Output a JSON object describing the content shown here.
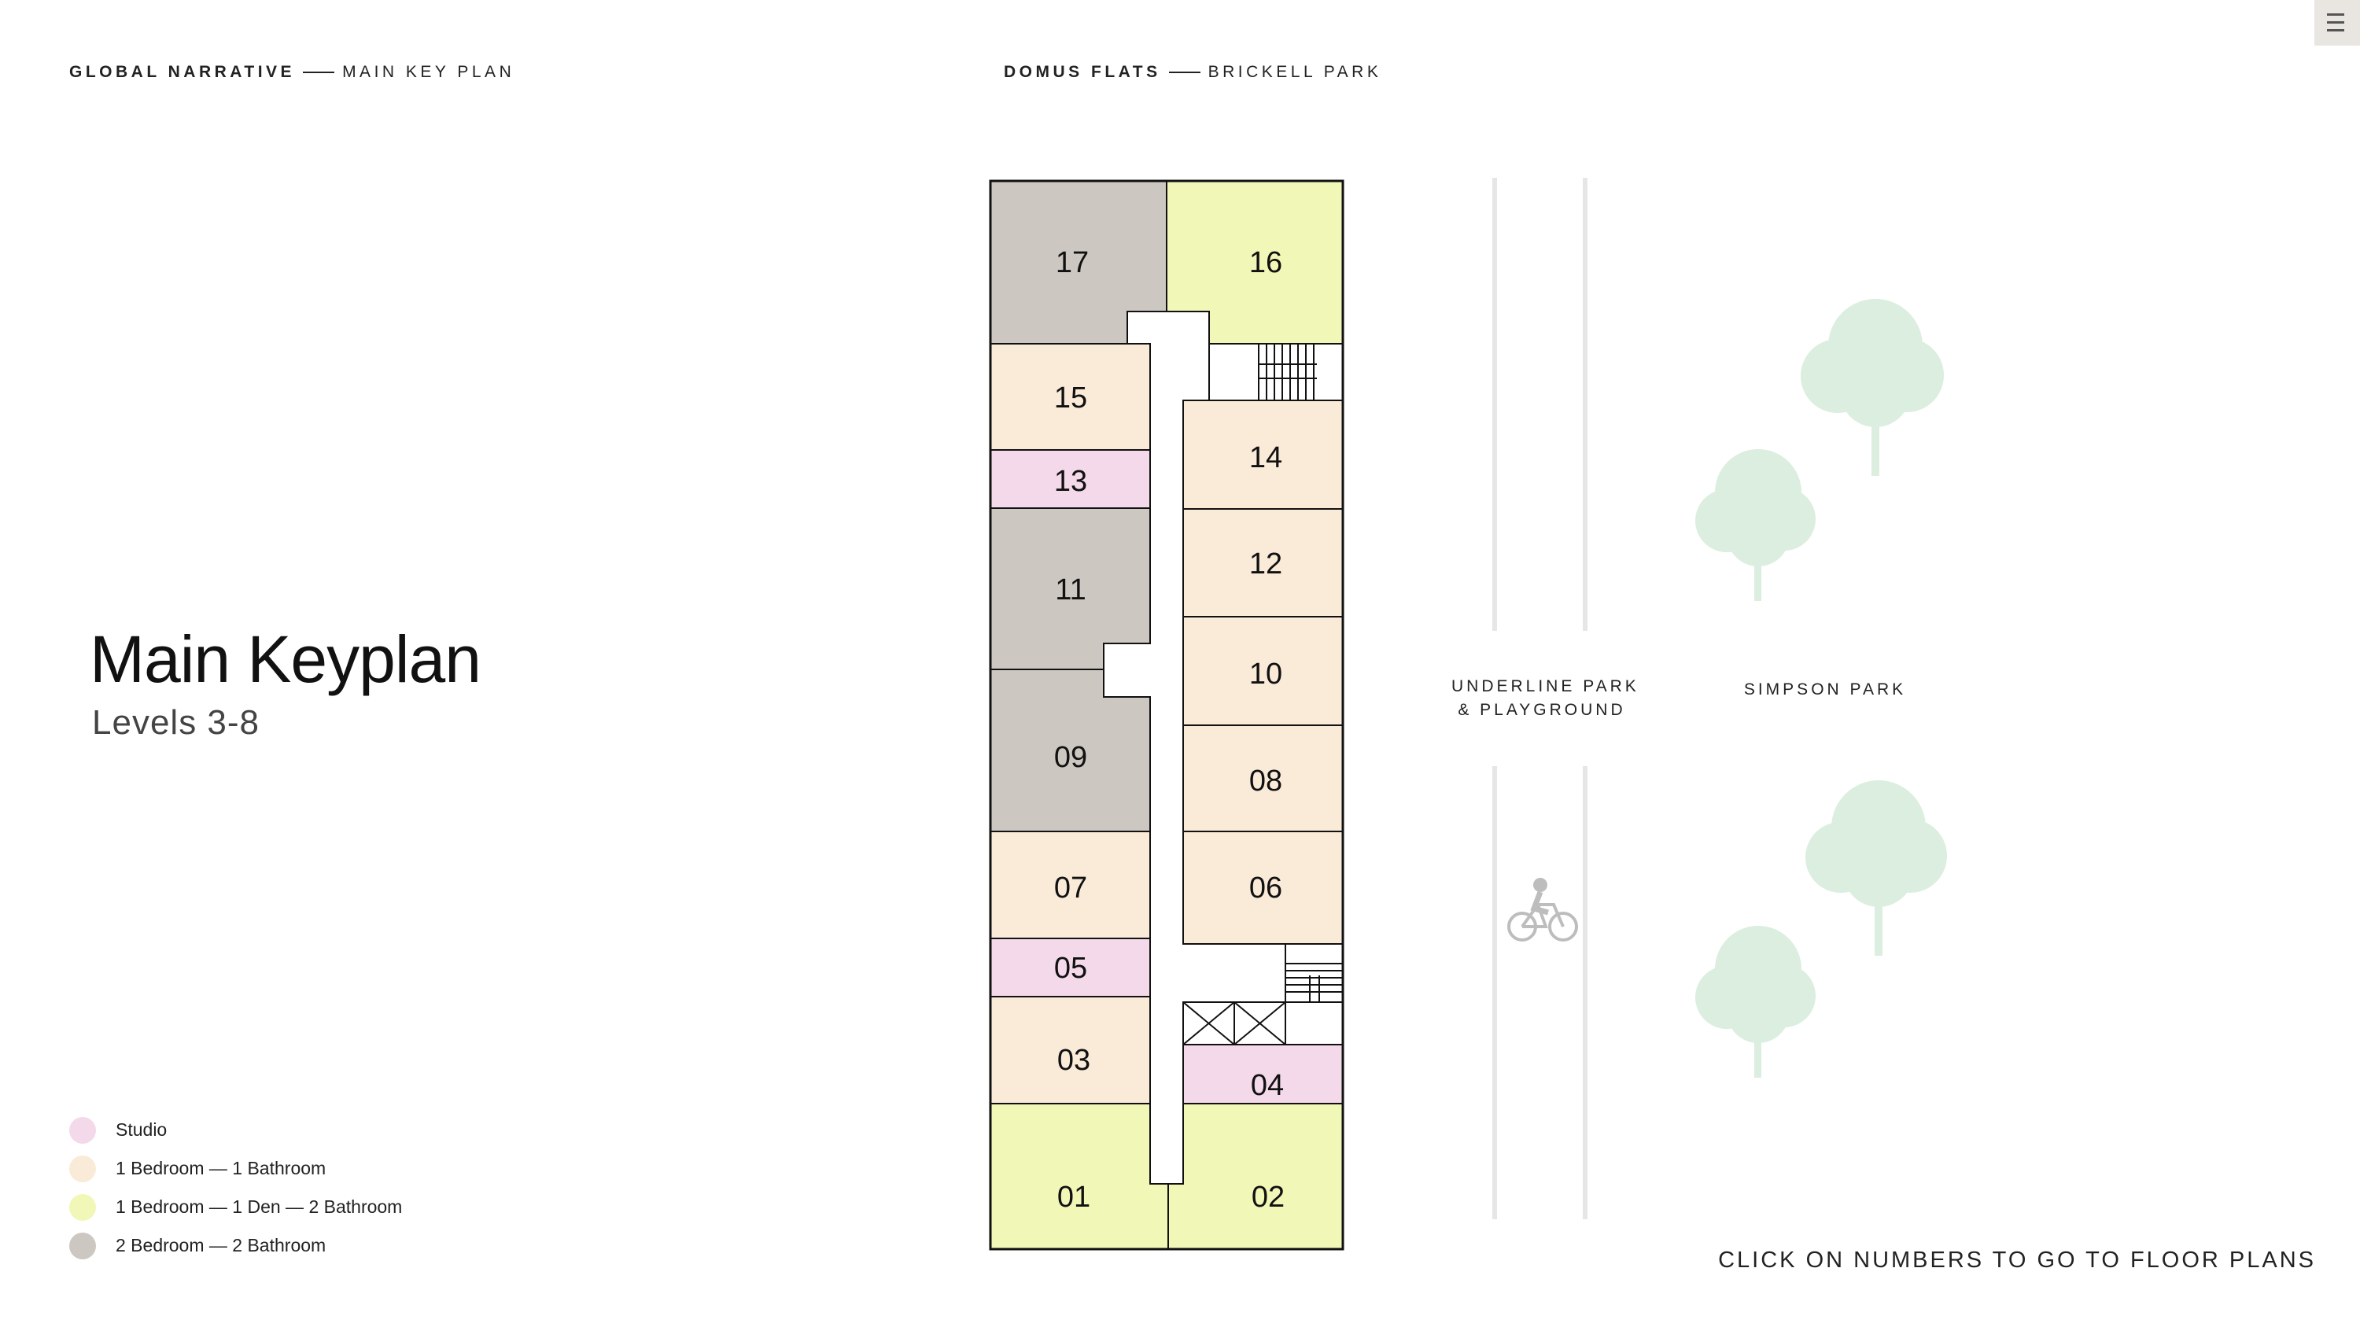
{
  "header": {
    "left_bold": "GLOBAL NARRATIVE",
    "left_light": "MAIN KEY PLAN",
    "center_bold": "DOMUS FLATS",
    "center_light": "BRICKELL PARK"
  },
  "menu_icon": "menu-icon",
  "heading": {
    "title": "Main Keyplan",
    "subtitle": "Levels 3-8"
  },
  "legend": [
    {
      "label": "Studio",
      "color": "#f4d9ea"
    },
    {
      "label": "1 Bedroom — 1 Bathroom",
      "color": "#faebd9"
    },
    {
      "label": "1 Bedroom — 1 Den — 2 Bathroom",
      "color": "#f1f7b6"
    },
    {
      "label": "2 Bedroom — 2 Bathroom",
      "color": "#cdc7c1"
    }
  ],
  "units": [
    {
      "number": "17",
      "type": "2 Bedroom — 2 Bathroom"
    },
    {
      "number": "16",
      "type": "1 Bedroom — 1 Den — 2 Bathroom"
    },
    {
      "number": "15",
      "type": "1 Bedroom — 1 Bathroom"
    },
    {
      "number": "14",
      "type": "1 Bedroom — 1 Bathroom"
    },
    {
      "number": "13",
      "type": "Studio"
    },
    {
      "number": "12",
      "type": "1 Bedroom — 1 Bathroom"
    },
    {
      "number": "11",
      "type": "2 Bedroom — 2 Bathroom"
    },
    {
      "number": "10",
      "type": "1 Bedroom — 1 Bathroom"
    },
    {
      "number": "09",
      "type": "2 Bedroom — 2 Bathroom"
    },
    {
      "number": "08",
      "type": "1 Bedroom — 1 Bathroom"
    },
    {
      "number": "07",
      "type": "1 Bedroom — 1 Bathroom"
    },
    {
      "number": "06",
      "type": "1 Bedroom — 1 Bathroom"
    },
    {
      "number": "05",
      "type": "Studio"
    },
    {
      "number": "04",
      "type": "Studio"
    },
    {
      "number": "03",
      "type": "1 Bedroom — 1 Bathroom"
    },
    {
      "number": "02",
      "type": "1 Bedroom — 1 Den — 2 Bathroom"
    },
    {
      "number": "01",
      "type": "1 Bedroom — 1 Den — 2 Bathroom"
    }
  ],
  "parks": {
    "underline_line1": "UNDERLINE PARK",
    "underline_line2": "& PLAYGROUND",
    "simpson": "SIMPSON PARK"
  },
  "icons": {
    "tree": "tree-icon",
    "bicycle": "bicycle-icon",
    "stairs": "stairs-icon",
    "elevator": "elevator-icon"
  },
  "cta": "CLICK ON NUMBERS TO GO TO FLOOR PLANS"
}
